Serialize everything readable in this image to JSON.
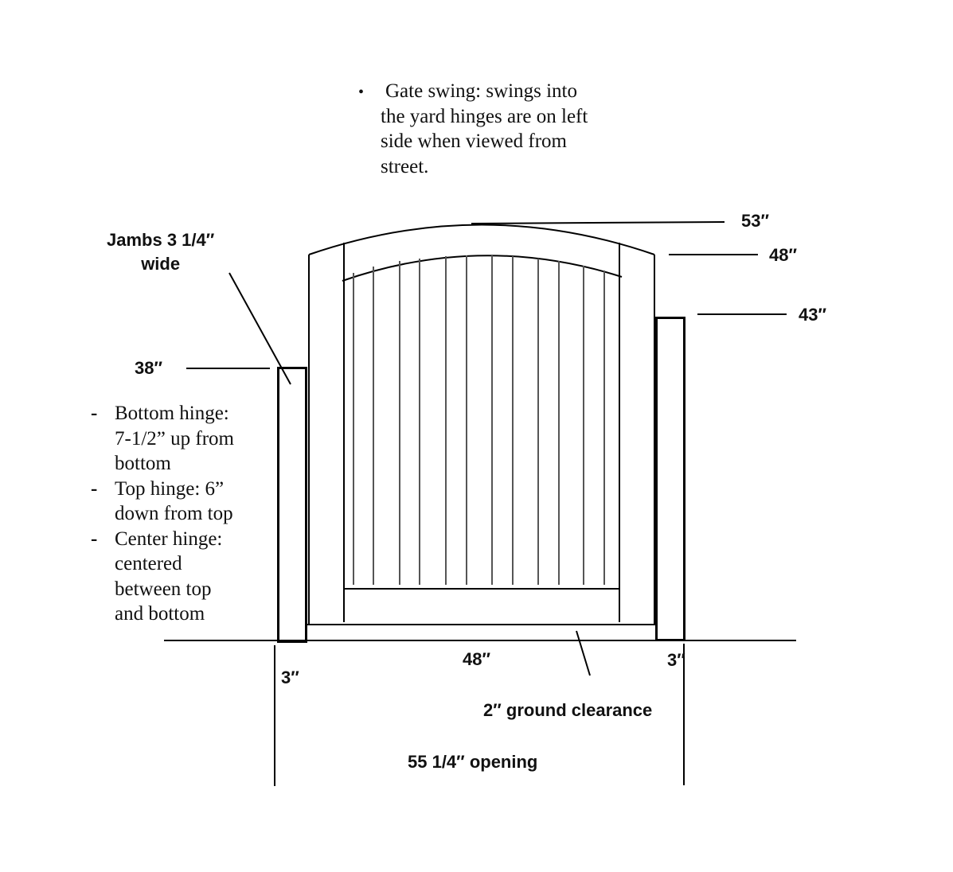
{
  "notes": {
    "gate_swing": {
      "bullet": "•",
      "lines": [
        "Gate swing: swings into",
        "the yard hinges are on left",
        "side when viewed from",
        "street."
      ]
    },
    "hinges": [
      {
        "bullet": "-",
        "lines": [
          "Bottom hinge:",
          "7-1/2” up from",
          "bottom"
        ]
      },
      {
        "bullet": "-",
        "lines": [
          "Top hinge: 6”",
          "down from top"
        ]
      },
      {
        "bullet": "-",
        "lines": [
          "Center hinge:",
          "centered",
          "between top",
          "and bottom"
        ]
      }
    ]
  },
  "labels": {
    "jambs_line1": "Jambs 3 1/4″",
    "jambs_line2": "wide",
    "height_53": "53″",
    "height_48": "48″",
    "height_43": "43″",
    "height_38": "38″",
    "width_48": "48″",
    "jamb_left_3": "3″",
    "jamb_right_3": "3″",
    "ground_clearance": "2″ ground clearance",
    "opening": "55 1/4″ opening"
  },
  "diagram": {
    "stroke_color": "#000000",
    "picket_color": "#555555",
    "picket_count": 12
  }
}
